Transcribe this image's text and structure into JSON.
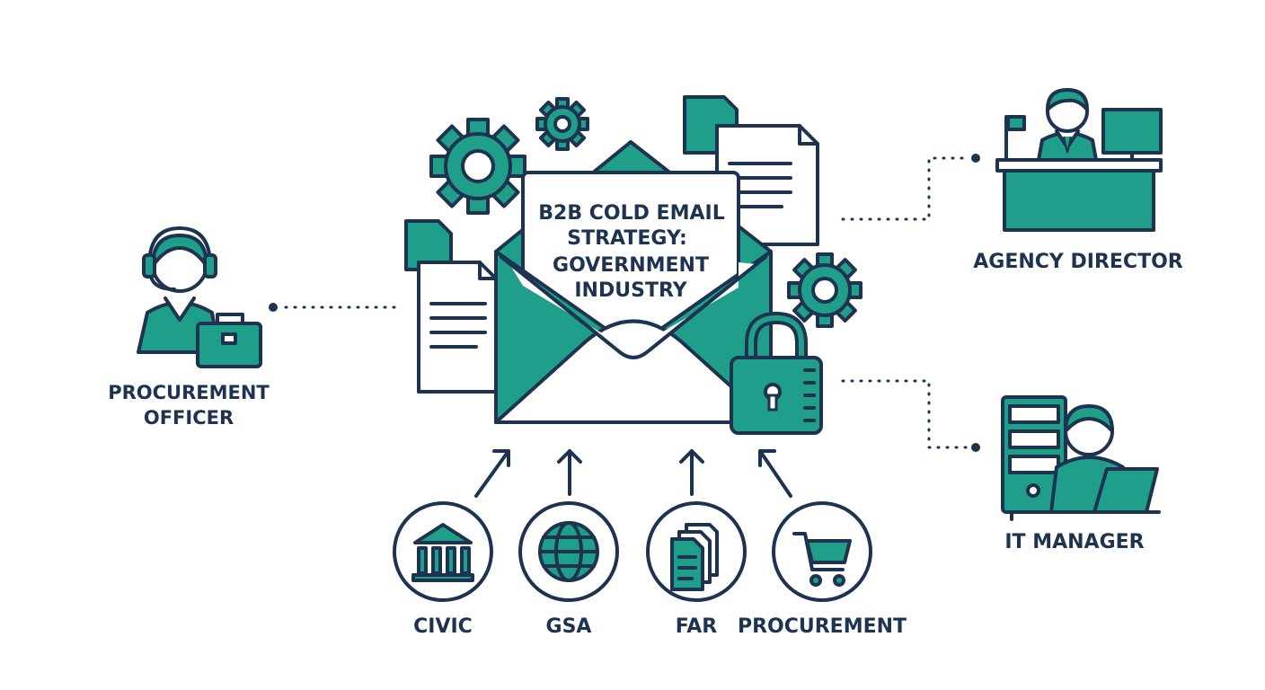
{
  "title": {
    "line1": "B2B COLD EMAIL",
    "line2": "STRATEGY:",
    "line3": "GOVERNMENT",
    "line4": "INDUSTRY"
  },
  "personas": {
    "procurement_officer": {
      "line1": "PROCUREMENT",
      "line2": "OFFICER"
    },
    "agency_director": {
      "label": "AGENCY DIRECTOR"
    },
    "it_manager": {
      "label": "IT MANAGER"
    }
  },
  "sources": [
    {
      "label": "CIVIC",
      "icon": "bank-building-icon"
    },
    {
      "label": "GSA",
      "icon": "globe-icon"
    },
    {
      "label": "FAR",
      "icon": "documents-icon"
    },
    {
      "label": "PROCUREMENT",
      "icon": "shopping-cart-icon"
    }
  ],
  "colors": {
    "accent": "#1f9e8a",
    "outline": "#1d3350",
    "background": "#ffffff"
  }
}
